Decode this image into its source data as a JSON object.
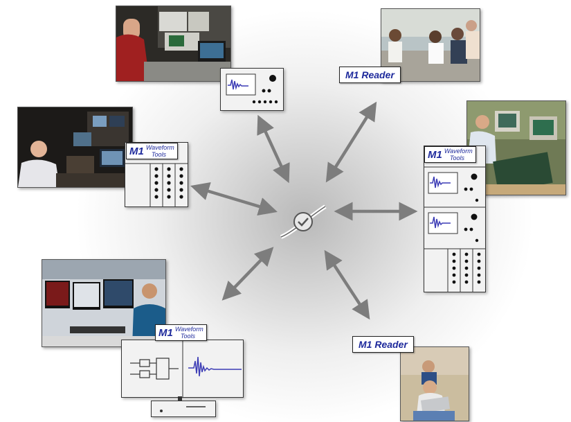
{
  "hub": {
    "icon": "checkmark-swoosh-logo-icon"
  },
  "labels": {
    "reader_top": "M1 Reader",
    "reader_bottom": "M1 Reader",
    "waveform_left": {
      "main": "M1",
      "line1": "Waveform",
      "line2": "Tools"
    },
    "waveform_right": {
      "main": "M1",
      "line1": "Waveform",
      "line2": "Tools"
    },
    "waveform_bottom": {
      "main": "M1",
      "line1": "Waveform",
      "line2": "Tools"
    }
  },
  "colors": {
    "label_text": "#1e2a9c",
    "arrow": "#7d7d7d",
    "waveform": "#3b3bb5"
  },
  "nodes": [
    {
      "name": "lab-engineer-oscilloscope",
      "icon": "oscilloscope-instrument-icon"
    },
    {
      "name": "meeting-team",
      "icon": "reader-label"
    },
    {
      "name": "control-room-operator",
      "icon": "modular-instrument-icon"
    },
    {
      "name": "test-bench-engineer",
      "icon": "rack-instrument-icon"
    },
    {
      "name": "trading-desk-analyst",
      "icon": "computer-workstation-icon"
    },
    {
      "name": "home-reader",
      "icon": "reader-label"
    }
  ]
}
